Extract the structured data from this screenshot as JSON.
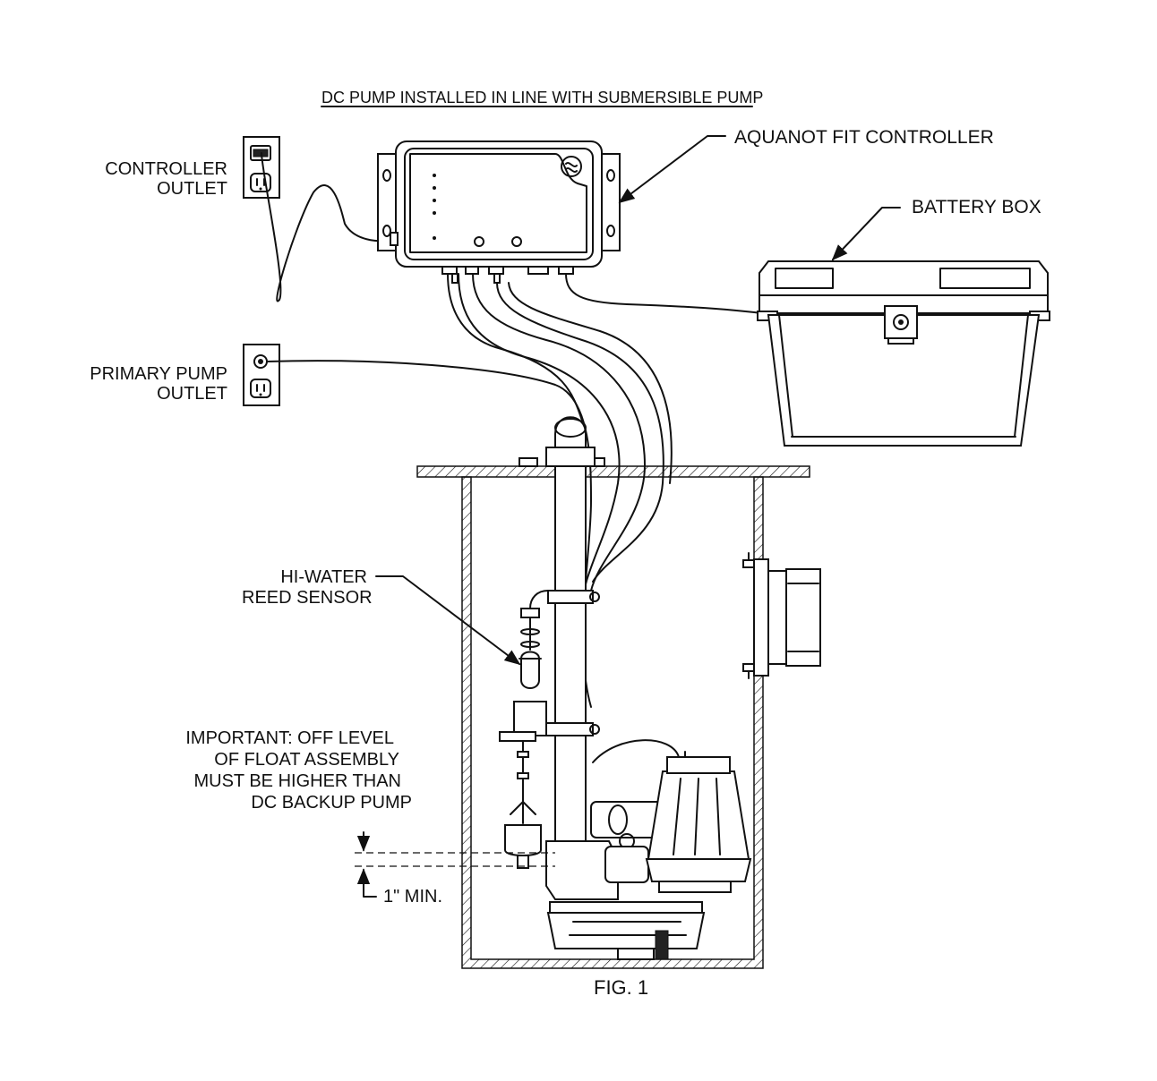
{
  "title": "DC PUMP INSTALLED IN LINE WITH SUBMERSIBLE PUMP",
  "figure_caption": "FIG. 1",
  "labels": {
    "controller": "AQUANOT FIT CONTROLLER",
    "battery_box": "BATTERY BOX",
    "controller_outlet_line1": "CONTROLLER",
    "controller_outlet_line2": "OUTLET",
    "primary_outlet_line1": "PRIMARY PUMP",
    "primary_outlet_line2": "OUTLET",
    "reed_line1": "HI-WATER",
    "reed_line2": "REED SENSOR",
    "note_line1": "IMPORTANT: OFF LEVEL",
    "note_line2": "OF FLOAT ASSEMBLY",
    "note_line3": "MUST BE HIGHER THAN",
    "note_line4": "DC BACKUP PUMP",
    "min_gap": "1\" MIN."
  }
}
